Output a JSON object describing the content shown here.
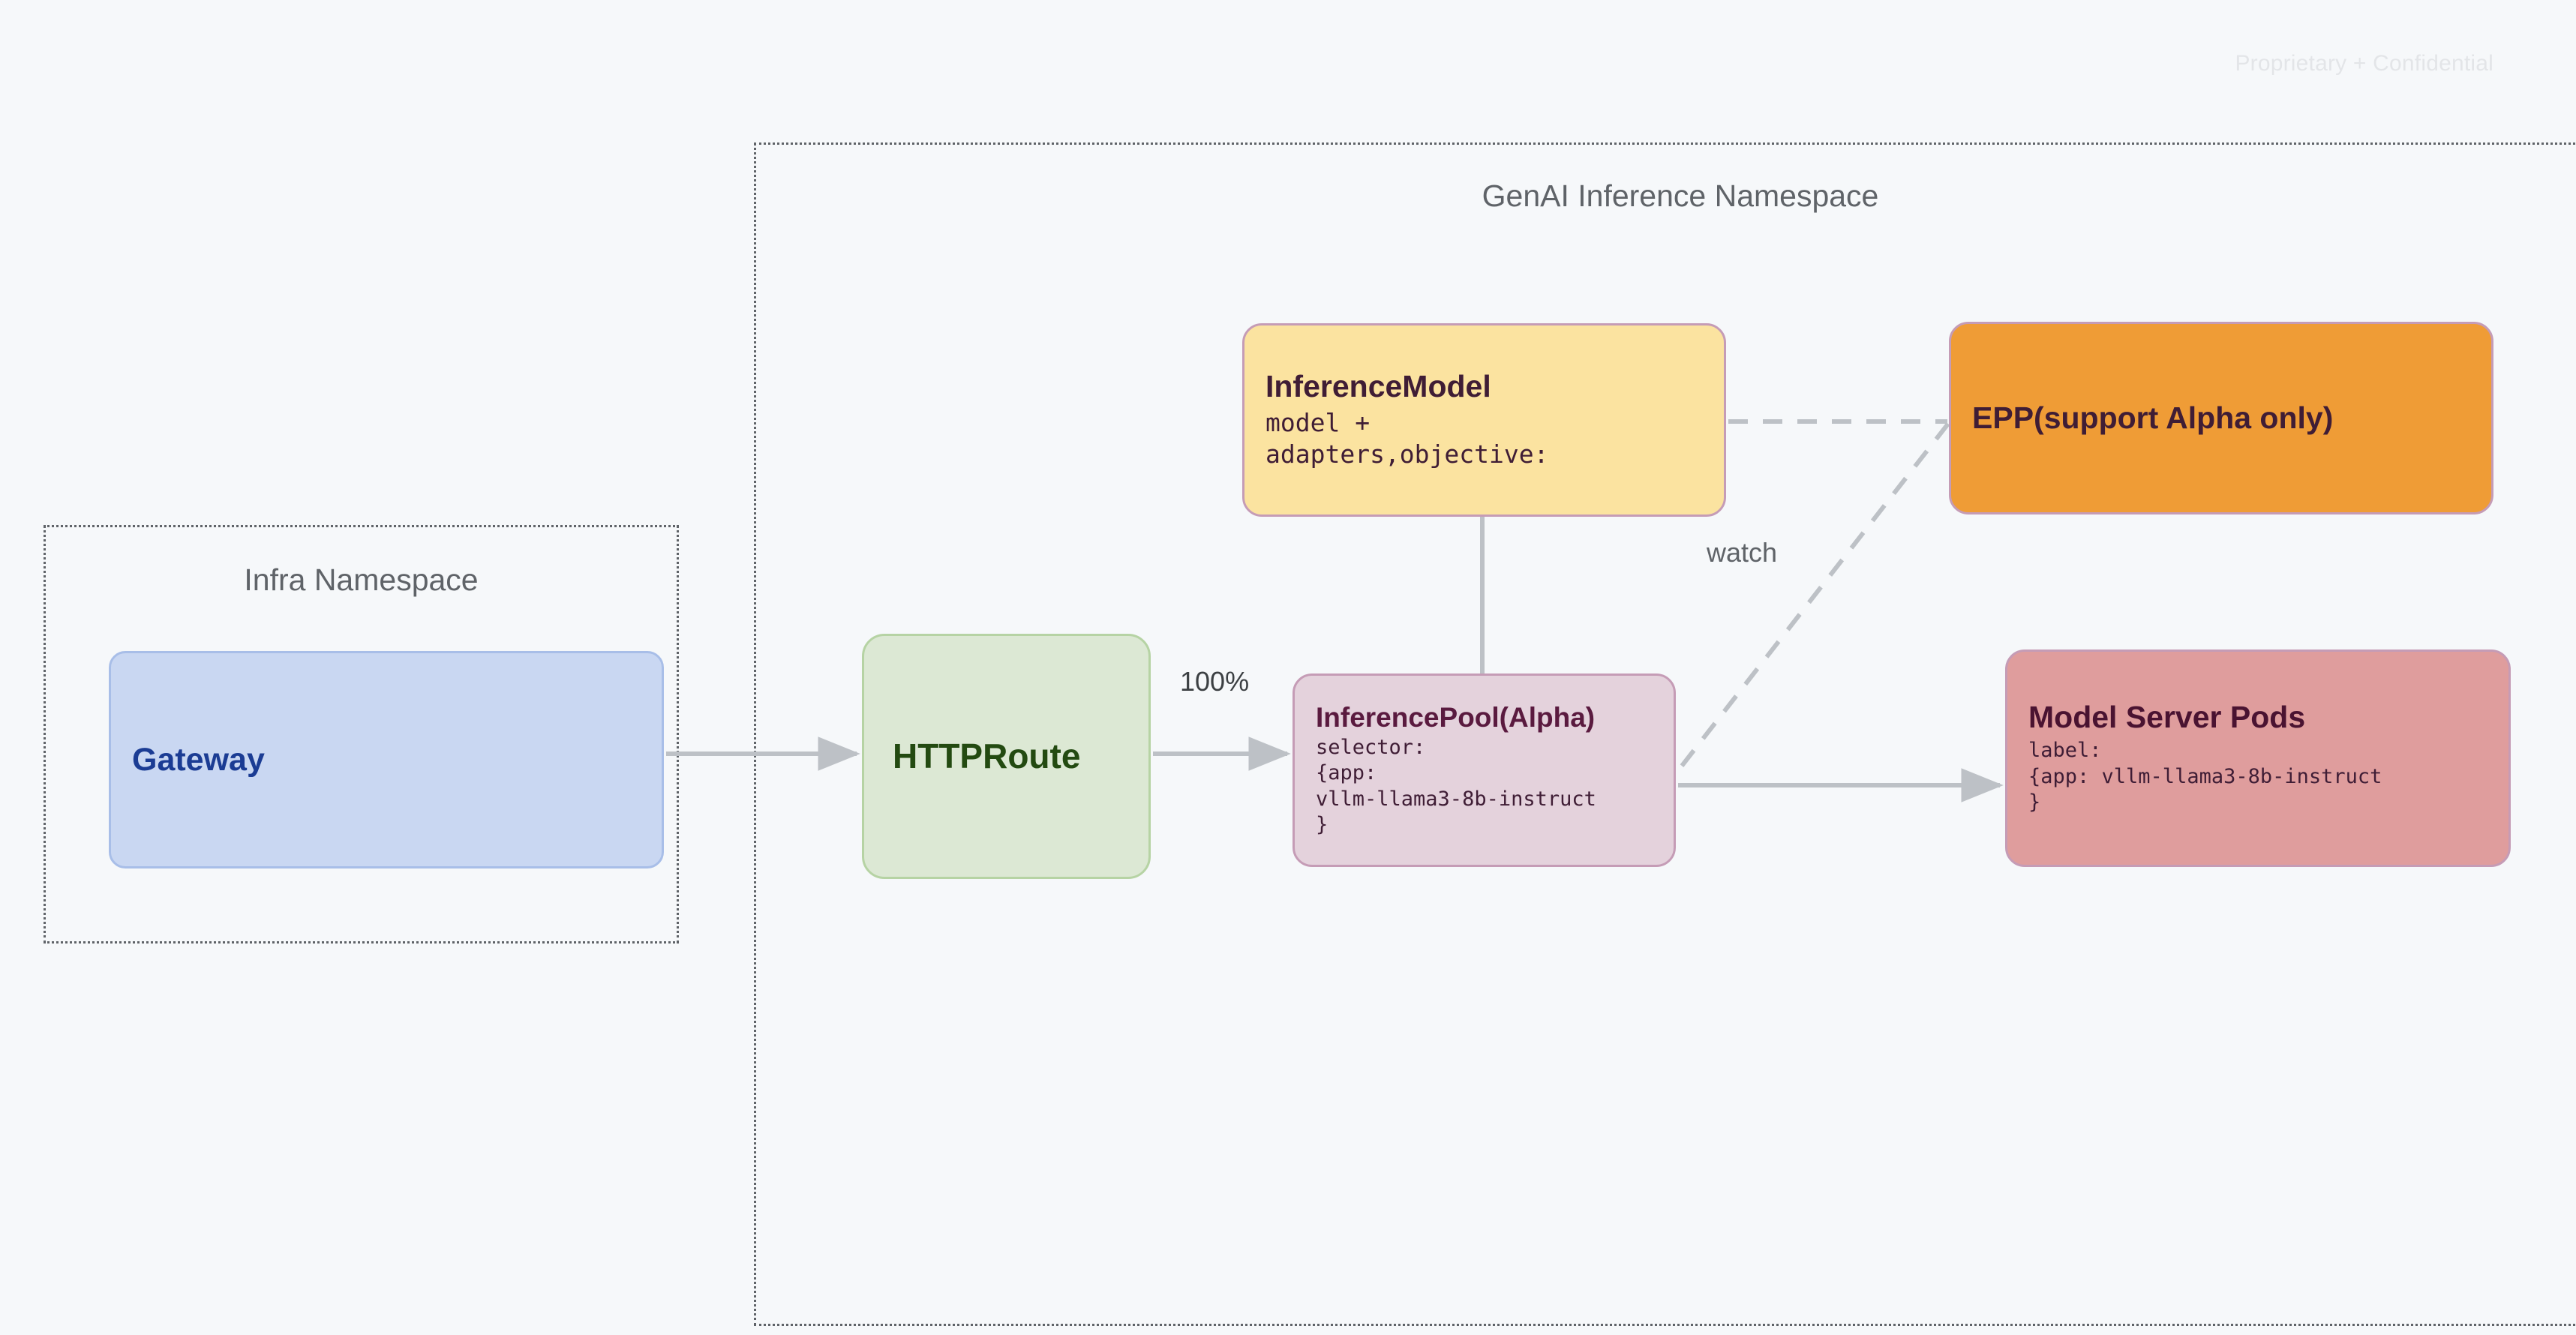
{
  "page": {
    "watermark": "Proprietary + Confidential",
    "background_color": "#F6F8FA"
  },
  "namespaces": [
    {
      "id": "infra",
      "title": "Infra Namespace"
    },
    {
      "id": "genai",
      "title": "GenAI Inference Namespace"
    }
  ],
  "nodes": {
    "gateway": {
      "title": "Gateway",
      "fill": "#C9D7F2",
      "text_color": "#1B3C94"
    },
    "httproute": {
      "title": "HTTPRoute",
      "fill": "#DCE8D4",
      "text_color": "#234A11"
    },
    "inference_model": {
      "title": "InferenceModel",
      "body": "model +\nadapters,objective:",
      "fill": "#FBE3A0",
      "text_color": "#3F1D35"
    },
    "inference_pool": {
      "title": "InferencePool(Alpha)",
      "body": "selector:\n{app:\nvllm-llama3-8b-instruct\n}",
      "fill": "#E4D2DC",
      "text_color": "#5A1A3F"
    },
    "epp": {
      "title": "EPP(support Alpha only)",
      "fill": "#EF9C36",
      "text_color": "#3F1D35"
    },
    "model_server_pods": {
      "title": "Model Server Pods",
      "body": "label:\n{app: vllm-llama3-8b-instruct\n}",
      "fill": "#DF9D9D",
      "text_color": "#4A1331"
    }
  },
  "edges": {
    "gateway_to_httproute": {
      "label": "",
      "style": "solid"
    },
    "httproute_to_pool": {
      "label": "100%",
      "style": "solid"
    },
    "model_to_pool": {
      "label": "",
      "style": "solid-plain"
    },
    "pool_to_pods": {
      "label": "",
      "style": "solid"
    },
    "model_to_epp": {
      "label": "",
      "style": "dashed"
    },
    "epp_to_pool": {
      "label": "watch",
      "style": "dashed"
    }
  },
  "colors": {
    "node_border": "#C59CB6",
    "connector": "#BDC1C6",
    "namespace_border": "#5F6368",
    "namespace_title": "#5F6368"
  }
}
